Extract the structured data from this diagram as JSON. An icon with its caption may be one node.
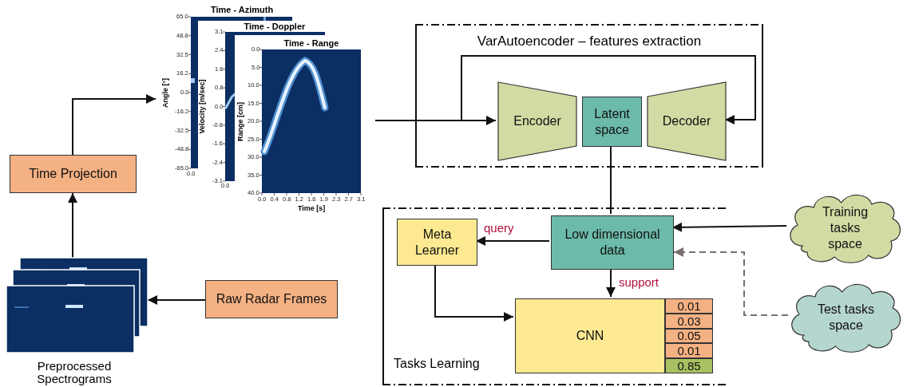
{
  "diagram": {
    "nodes": [
      {
        "text": [
          "Time Projection"
        ]
      },
      {
        "text": [],
        "shape": "picture",
        "beside": [
          "Preprocessed Spectrograms"
        ]
      },
      {
        "text": [
          "Raw Radar Frames"
        ]
      },
      {
        "text": [],
        "shape": "picture"
      },
      {
        "text": [
          "VarAutoencoder – features extraction"
        ]
      },
      {
        "text": [
          "Encoder"
        ],
        "in": 4
      },
      {
        "text": [
          "Latent space"
        ],
        "in": 4
      },
      {
        "text": [
          "Decoder"
        ],
        "in": 4
      },
      {
        "text": [
          "Tasks Learning"
        ]
      },
      {
        "text": [
          "Meta Learner"
        ],
        "in": 8
      },
      {
        "text": [
          "Low dimensional data"
        ],
        "in": 8
      },
      {
        "text": [
          "CNN"
        ],
        "in": 8
      },
      {
        "text": [
          "0.01"
        ],
        "in": 8
      },
      {
        "text": [
          "0.03"
        ],
        "in": 8
      },
      {
        "text": [
          "0.05"
        ],
        "in": 8
      },
      {
        "text": [
          "0.01"
        ],
        "in": 8
      },
      {
        "text": [
          "0.85"
        ],
        "in": 8
      },
      {
        "text": [
          "Training tasks space"
        ]
      },
      {
        "text": [
          "Test tasks space"
        ]
      }
    ],
    "edges": [
      {
        "from": 2,
        "to": 1,
        "arrow": "to"
      },
      {
        "from": 1,
        "to": 0,
        "arrow": "to"
      },
      {
        "from": 0,
        "to": 3,
        "arrow": "to"
      },
      {
        "from": 3,
        "to": 5,
        "arrow": "to"
      },
      {
        "from": 3,
        "to": 7,
        "arrow": "to"
      },
      {
        "from": 6,
        "to": 10,
        "arrow": "none"
      },
      {
        "from": 10,
        "to": 9,
        "arrow": "to",
        "label": "query"
      },
      {
        "from": 10,
        "to": 11,
        "arrow": "to",
        "label": "support"
      },
      {
        "from": 9,
        "to": 11,
        "arrow": "to"
      },
      {
        "from": 17,
        "to": 10,
        "arrow": "to"
      },
      {
        "from": 18,
        "to": 10,
        "arrow": "to",
        "style": "dashed",
        "color": "#7a6e6e"
      }
    ],
    "labels": [
      "Time - Azimuth",
      "Angle [°]",
      "65.0",
      "48.8",
      "32.5",
      "16.2",
      "0.0",
      "-16.2",
      "-32.5",
      "-48.8",
      "-65.0",
      "0.0",
      "Time - Doppler",
      "Velocity [m/sec]",
      "3.1",
      "2.4",
      "1.6",
      "0.8",
      "0.0",
      "-0.8",
      "-1.6",
      "-2.4",
      "-3.1",
      "0.0",
      "Time - Range",
      "Range [cm]",
      "0.0",
      "5.0",
      "10.0",
      "15.0",
      "20.0",
      "25.0",
      "30.0",
      "35.0",
      "40.0",
      "0.0",
      "0.4",
      "0.8",
      "1.2",
      "1.6",
      "1.9",
      "2.3",
      "2.7",
      "3.1",
      "Time [s]"
    ]
  }
}
